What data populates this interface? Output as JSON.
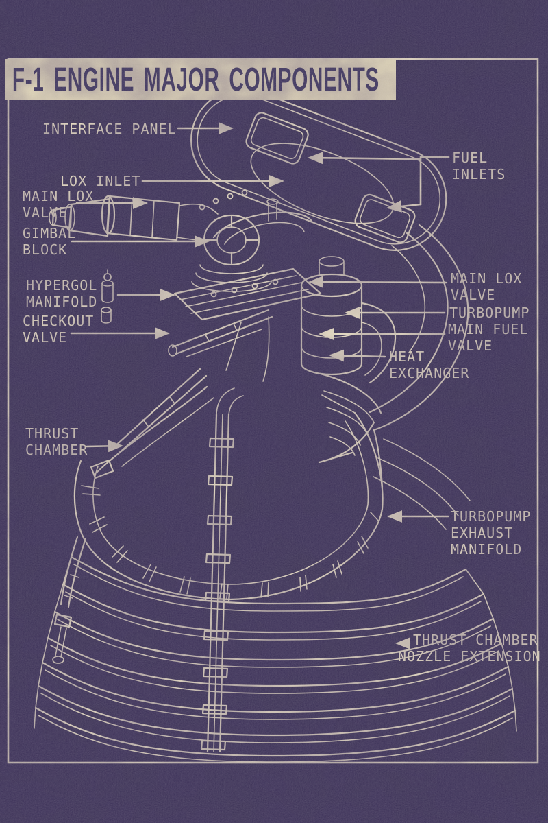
{
  "poster": {
    "title": "F-1 ENGINE MAJOR COMPONENTS"
  },
  "colors": {
    "background": "#3e3557",
    "ink": "#e9dfc4",
    "title_box_bg": "#eae0bd",
    "title_text": "#413a5f"
  },
  "labels": {
    "interface_panel": "INTERFACE PANEL",
    "fuel_inlets": "FUEL\nINLETS",
    "lox_inlet": "LOX INLET",
    "main_lox_valve_left": "MAIN LOX\nVALVE",
    "gimbal_block": "GIMBAL\nBLOCK",
    "hypergol_manifold": "HYPERGOL\nMANIFOLD",
    "checkout_valve": "CHECKOUT\nVALVE",
    "main_lox_valve_right": "MAIN LOX\nVALVE",
    "turbopump": "TURBOPUMP",
    "main_fuel_valve": "MAIN FUEL\nVALVE",
    "heat_exchanger": "HEAT\nEXCHANGER",
    "thrust_chamber": "THRUST\nCHAMBER",
    "turbopump_exhaust_manifold": "TURBOPUMP\nEXHAUST\nMANIFOLD",
    "thrust_chamber_nozzle_extension": "THRUST CHAMBER\nNOZZLE EXTENSION"
  }
}
